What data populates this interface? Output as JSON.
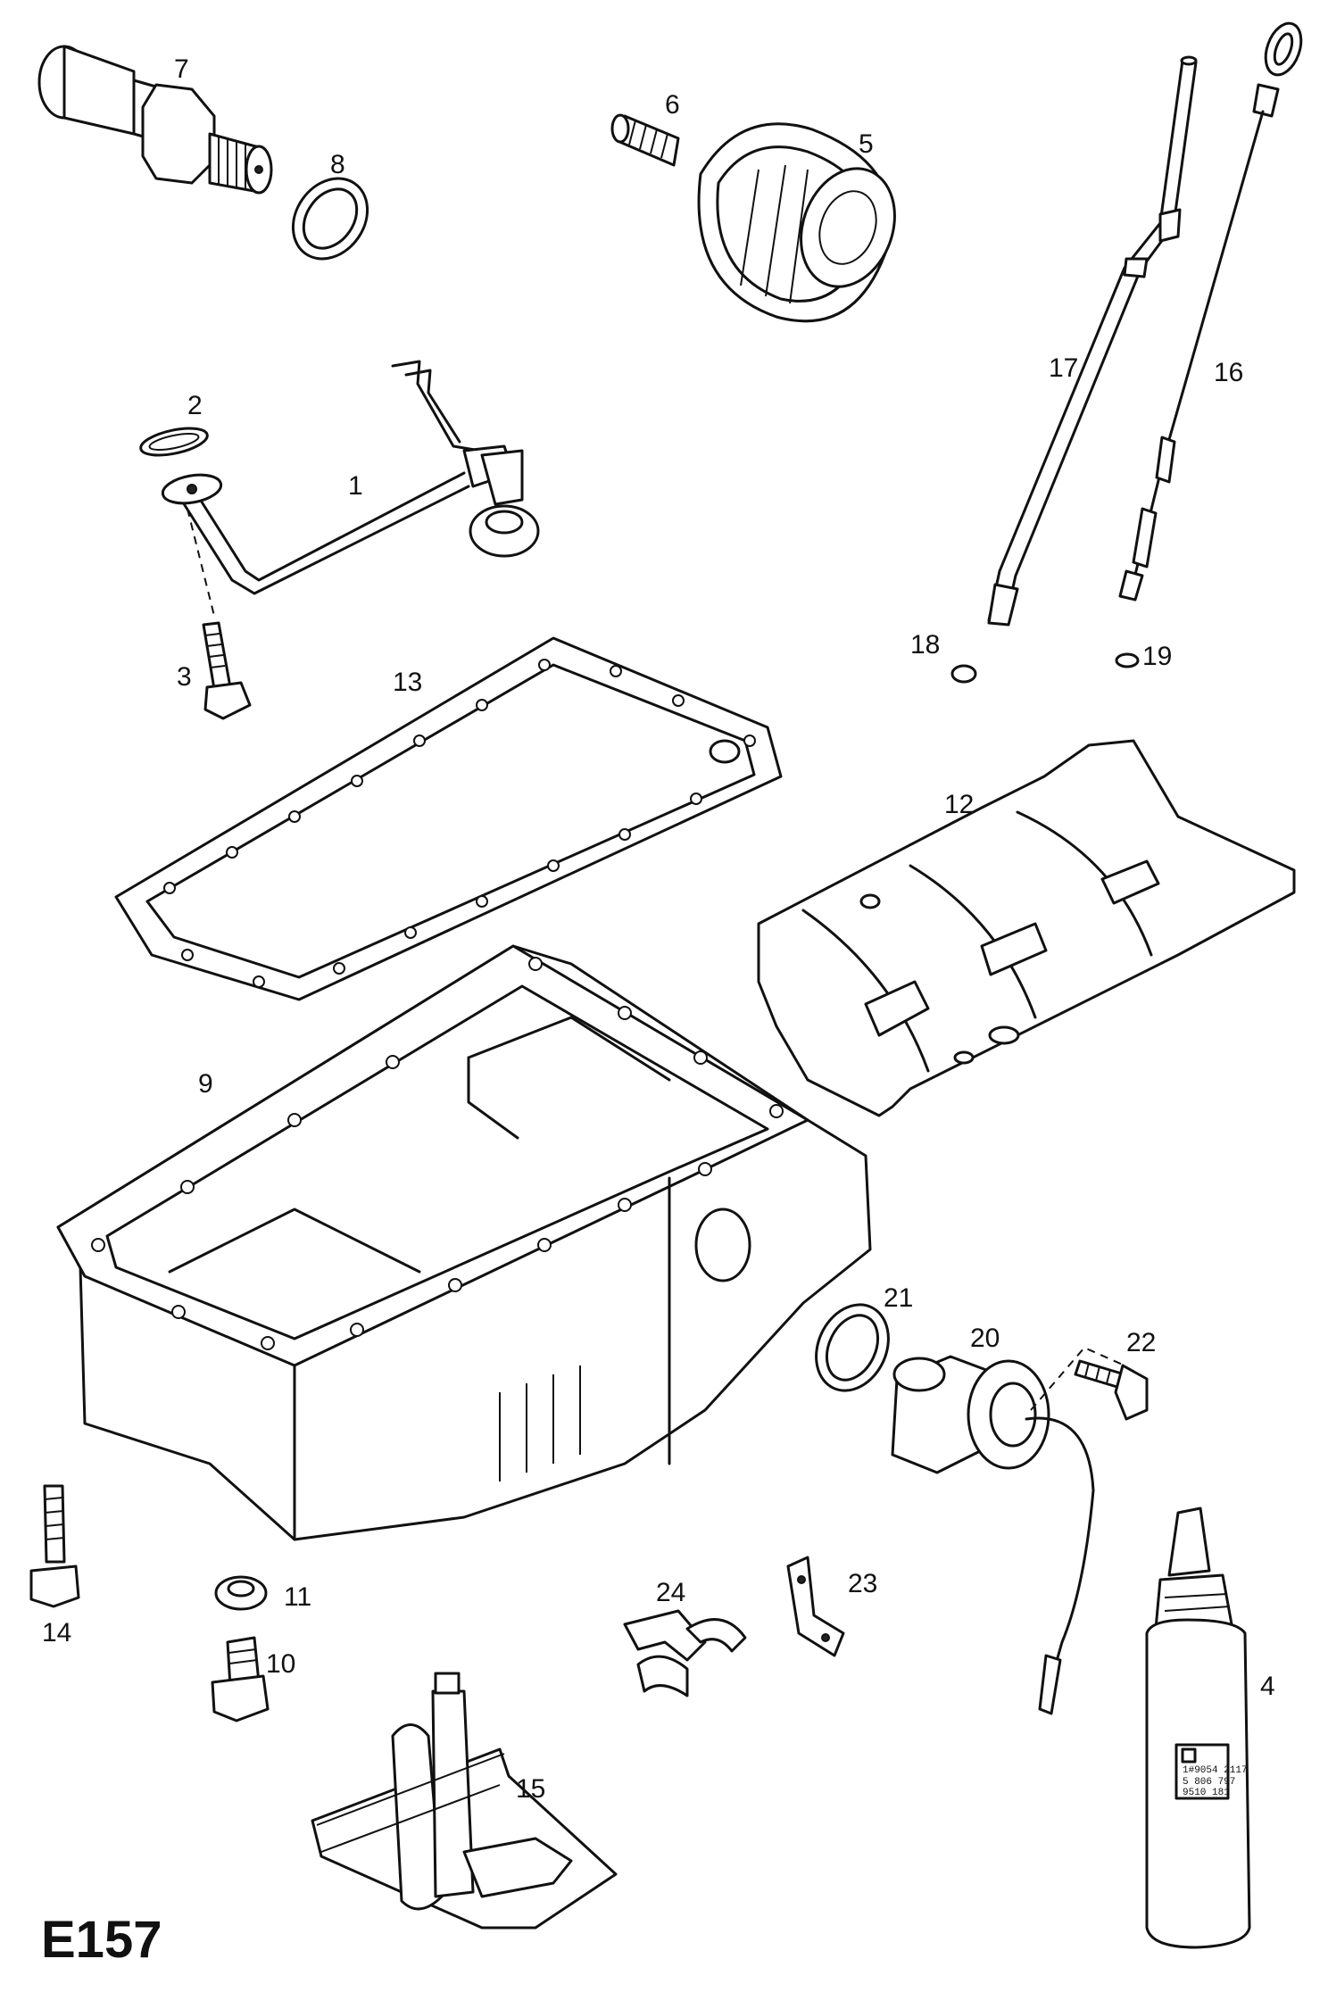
{
  "diagram_code": "E157",
  "callouts": [
    "1",
    "2",
    "3",
    "4",
    "5",
    "6",
    "7",
    "8",
    "9",
    "10",
    "11",
    "12",
    "13",
    "14",
    "15",
    "16",
    "17",
    "18",
    "19",
    "20",
    "21",
    "22",
    "23",
    "24"
  ],
  "bottle_label": [
    "1#9054 2117",
    "5 806 797",
    "9510 181"
  ]
}
